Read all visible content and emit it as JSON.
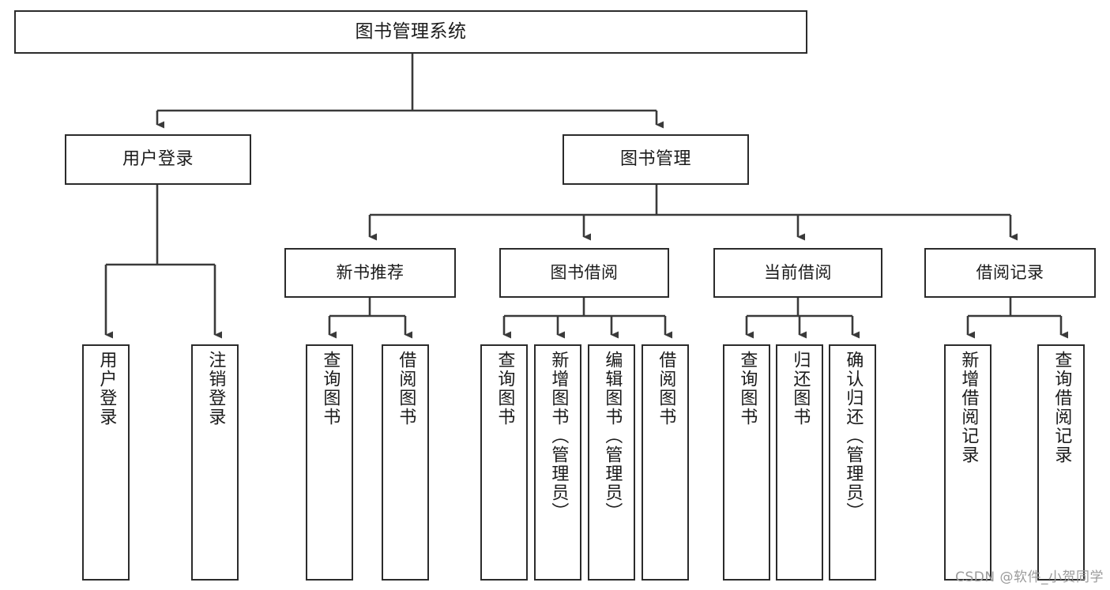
{
  "diagram": {
    "title": "图书管理系统",
    "type": "tree",
    "watermark": "CSDN @软件_小贺同学",
    "colors": {
      "box_border": "#2b2b2b",
      "box_fill": "#ffffff",
      "connector": "#3a3a3a",
      "text": "#1b1b1b",
      "watermark": "#9b9b9b"
    },
    "root": {
      "label": "图书管理系统"
    },
    "level2": [
      {
        "label": "用户登录"
      },
      {
        "label": "图书管理"
      }
    ],
    "level3": [
      {
        "label": "新书推荐"
      },
      {
        "label": "图书借阅"
      },
      {
        "label": "当前借阅"
      },
      {
        "label": "借阅记录"
      }
    ],
    "leaves": {
      "user_login": [
        {
          "label": "用户登录"
        },
        {
          "label": "注销登录"
        }
      ],
      "new_book_recommend": [
        {
          "label": "查询图书"
        },
        {
          "label": "借阅图书"
        }
      ],
      "book_borrow": [
        {
          "label": "查询图书"
        },
        {
          "label": "新增图书（管理员）"
        },
        {
          "label": "编辑图书（管理员）"
        },
        {
          "label": "借阅图书"
        }
      ],
      "current_borrow": [
        {
          "label": "查询图书"
        },
        {
          "label": "归还图书"
        },
        {
          "label": "确认归还（管理员）"
        }
      ],
      "borrow_record": [
        {
          "label": "新增借阅记录"
        },
        {
          "label": "查询借阅记录"
        }
      ]
    }
  }
}
